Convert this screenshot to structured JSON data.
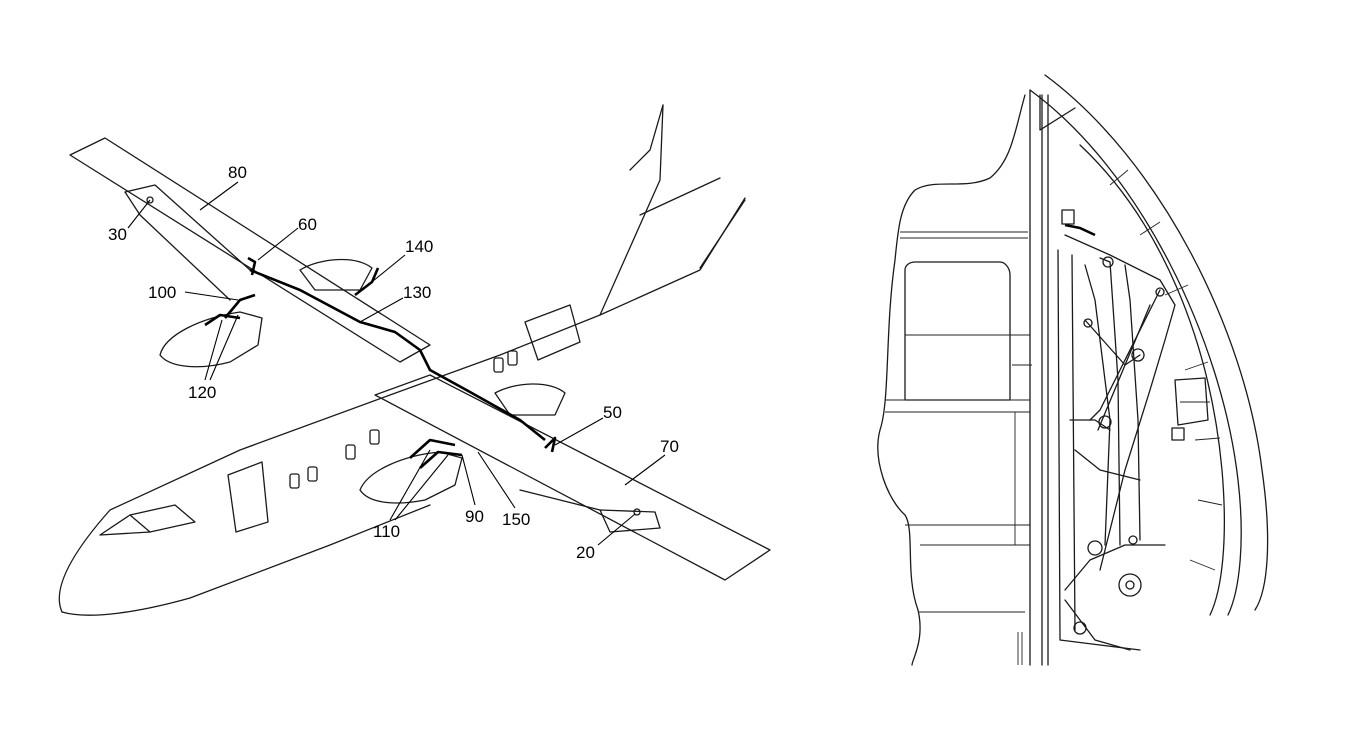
{
  "figure_left": {
    "labels": {
      "l80": "80",
      "l30": "30",
      "l60": "60",
      "l140": "140",
      "l100": "100",
      "l130": "130",
      "l120": "120",
      "l50": "50",
      "l70": "70",
      "l90": "90",
      "l150": "150",
      "l110": "110",
      "l20": "20"
    }
  },
  "colors": {
    "line": "#1a1a1a",
    "background": "#ffffff"
  }
}
